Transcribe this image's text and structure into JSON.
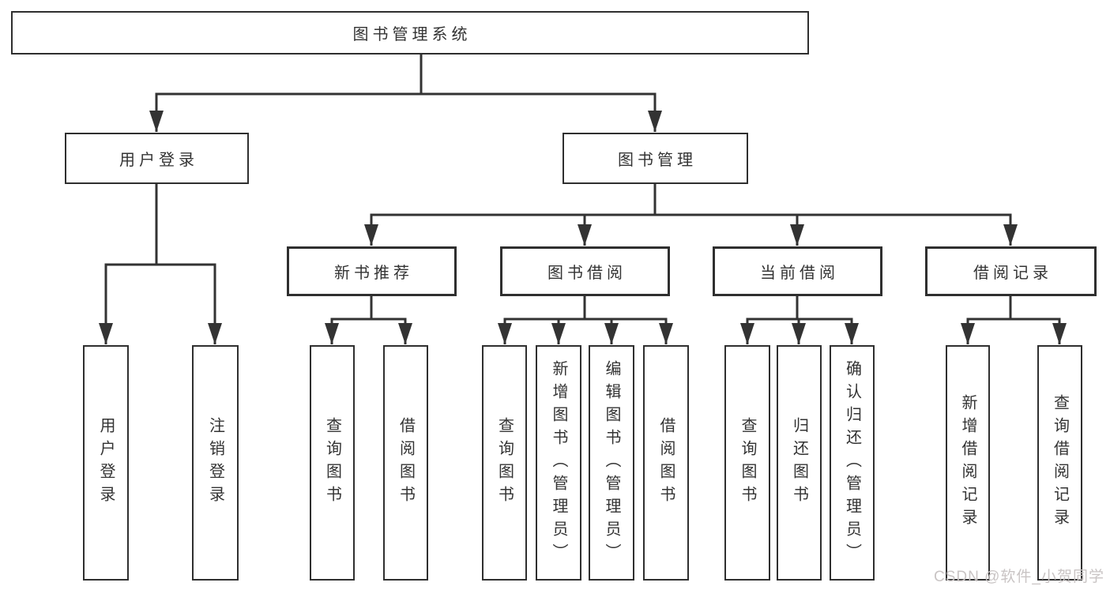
{
  "tree": {
    "label": "图书管理系统",
    "children": [
      {
        "label": "用户登录",
        "children": [
          {
            "label": "用户登录"
          },
          {
            "label": "注销登录"
          }
        ]
      },
      {
        "label": "图书管理",
        "children": [
          {
            "label": "新书推荐",
            "children": [
              {
                "label": "查询图书"
              },
              {
                "label": "借阅图书"
              }
            ]
          },
          {
            "label": "图书借阅",
            "children": [
              {
                "label": "查询图书"
              },
              {
                "label": "新增图书（管理员）"
              },
              {
                "label": "编辑图书（管理员）"
              },
              {
                "label": "借阅图书"
              }
            ]
          },
          {
            "label": "当前借阅",
            "children": [
              {
                "label": "查询图书"
              },
              {
                "label": "归还图书"
              },
              {
                "label": "确认归还（管理员）"
              }
            ]
          },
          {
            "label": "借阅记录",
            "children": [
              {
                "label": "新增借阅记录"
              },
              {
                "label": "查询借阅记录"
              }
            ]
          }
        ]
      }
    ]
  },
  "watermark": {
    "text": "CSDN @软件_小贺同学"
  },
  "colors": {
    "line": "#333333",
    "border": "#2f2f2f",
    "text": "#333333",
    "box_fill": "#ffffff",
    "page_bg": "#ffffff",
    "watermark": "#c9c4c4"
  }
}
